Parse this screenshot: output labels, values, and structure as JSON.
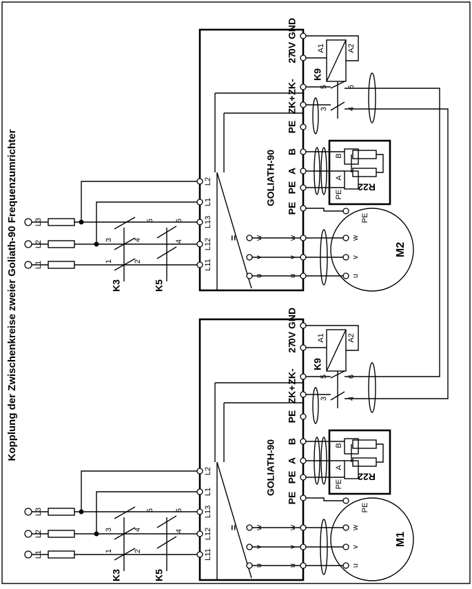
{
  "title": "Kopplung der Zwischenkreise zweier Goliath-90 Frequenzumrichter",
  "supply": [
    "L1",
    "L2",
    "L3"
  ],
  "contactors": [
    "K3",
    "K5"
  ],
  "contact_numbers": [
    "1",
    "2",
    "3",
    "4",
    "5",
    "6"
  ],
  "inputs": [
    "L11",
    "L12",
    "L13",
    "L1",
    "L2"
  ],
  "outputs": [
    "u",
    "v",
    "w"
  ],
  "terminals": [
    "u",
    "v",
    "w",
    "PE",
    "PE",
    "A",
    "B",
    "PE",
    "ZK+",
    "ZK-",
    "27",
    "0V GND"
  ],
  "converter_symbol": "=",
  "drive_label": "GOLIATH-90",
  "relay": {
    "name": "K9",
    "coil": [
      "A1",
      "A2"
    ],
    "contacts": [
      "3",
      "4",
      "5",
      "6"
    ]
  },
  "resistor": {
    "name": "R22",
    "pins": [
      "PE",
      "A",
      "B"
    ]
  },
  "motor_pins": [
    "u",
    "v",
    "w",
    "PE"
  ],
  "units": [
    {
      "motor": "M2"
    },
    {
      "motor": "M1"
    }
  ]
}
